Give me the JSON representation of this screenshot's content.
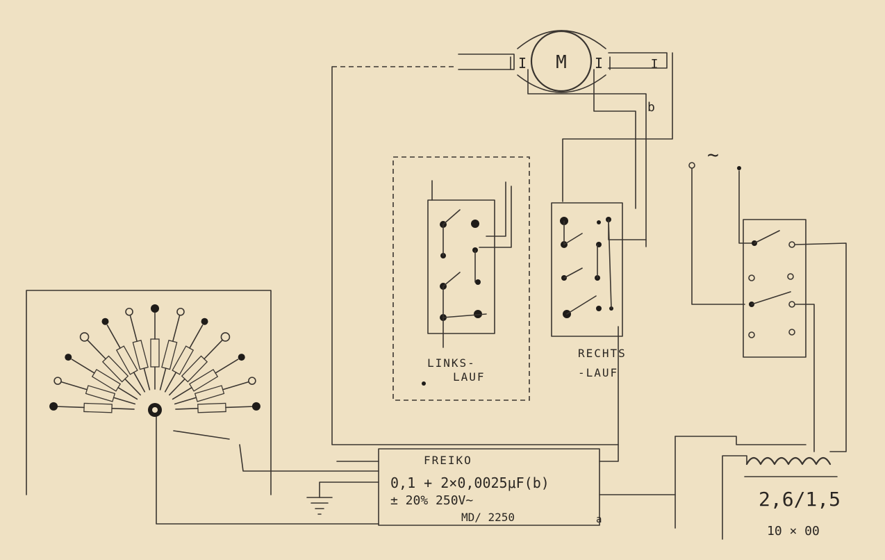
{
  "diagram": {
    "motor_label": "M",
    "terminal_left": "I",
    "terminal_right": "I",
    "terminal_top_right": "I",
    "node_b": "b",
    "ac_symbol": "~",
    "relay_left_label_1": "LINKS-",
    "relay_left_label_2": "LAUF",
    "relay_right_label_1": "RECHTS",
    "relay_right_label_2": "-LAUF",
    "capacitor_title": "FREIKO",
    "capacitor_line_1": "0,1 + 2×0,0025μF(b)",
    "capacitor_line_2": "± 20% 250V~",
    "capacitor_line_3": "MD/ 2250",
    "capacitor_node": "a",
    "transformer_label": "2,6/1,5",
    "transformer_sub": "10 × 00"
  },
  "colors": {
    "paper": "#efe1c3",
    "ink": "#3a3530"
  }
}
